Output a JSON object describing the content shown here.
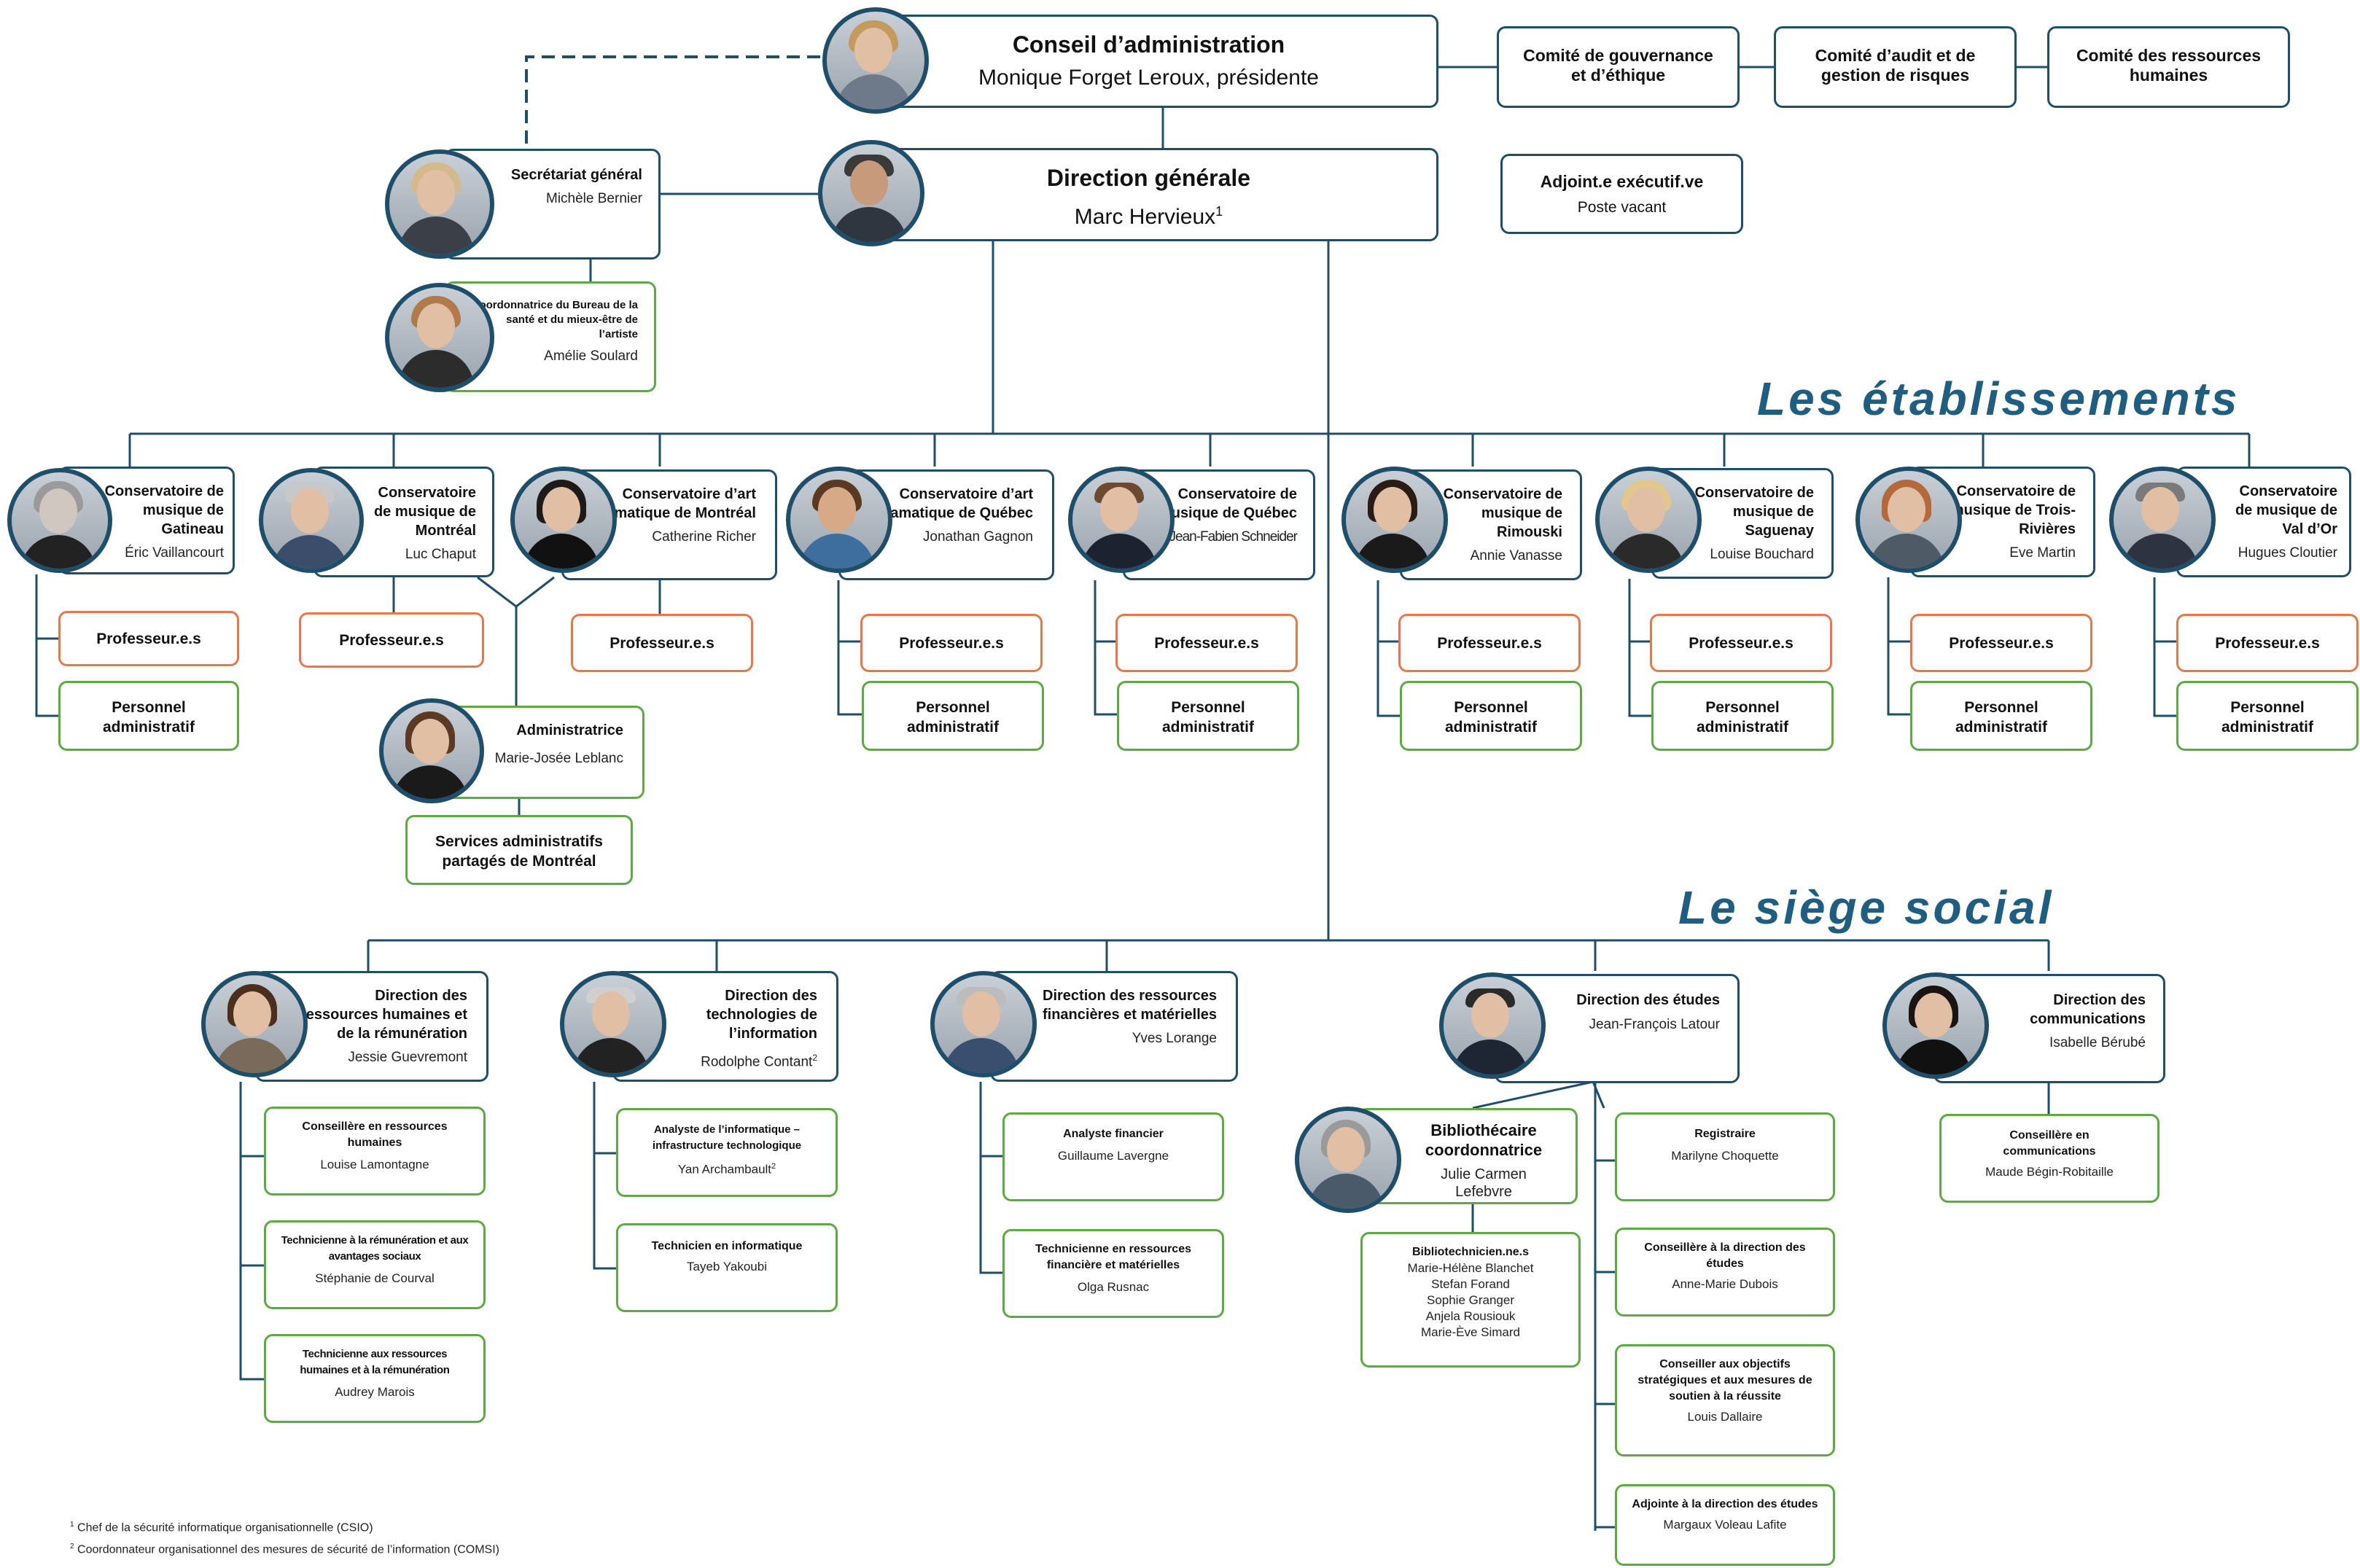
{
  "board": {
    "title": "Conseil d’administration",
    "name": "Monique Forget Leroux, présidente"
  },
  "committees": [
    {
      "label": "Comité de gouvernance et d’éthique"
    },
    {
      "label": "Comité d’audit et de gestion de risques"
    },
    {
      "label": "Comité des ressources humaines"
    }
  ],
  "dg": {
    "title": "Direction générale",
    "name": "Marc Hervieux",
    "sup": "1"
  },
  "adjoint": {
    "title": "Adjoint.e exécutif.ve",
    "name": "Poste vacant"
  },
  "secretariat": {
    "title": "Secrétariat général",
    "name": "Michèle Bernier"
  },
  "bureau": {
    "title": "Coordonnatrice du Bureau de la santé et du mieux-être de l’artiste",
    "name": "Amélie Soulard"
  },
  "sections": {
    "etablissements": "Les établissements",
    "siege": "Le siège social"
  },
  "conservatoires": [
    {
      "title": "Conservatoire de musique de Gatineau",
      "name": "Éric Vaillancourt"
    },
    {
      "title": "Conservatoire de musique de Montréal",
      "name": "Luc Chaput"
    },
    {
      "title": "Conservatoire d’art dramatique de Montréal",
      "name": "Catherine Richer"
    },
    {
      "title": "Conservatoire d’art dramatique de Québec",
      "name": "Jonathan Gagnon"
    },
    {
      "title": "Conservatoire de musique de Québec",
      "name": "Jean-Fabien Schneider"
    },
    {
      "title": "Conservatoire de musique de Rimouski",
      "name": "Annie Vanasse"
    },
    {
      "title": "Conservatoire de musique de Saguenay",
      "name": "Louise Bouchard"
    },
    {
      "title": "Conservatoire de musique de Trois-Rivières",
      "name": "Eve Martin"
    },
    {
      "title": "Conservatoire de musique de Val d’Or",
      "name": "Hugues Cloutier"
    }
  ],
  "labels": {
    "professeurs": "Professeur.e.s",
    "personnel": "Personnel administratif"
  },
  "admin": {
    "title": "Administratrice",
    "name": "Marie-Josée Leblanc"
  },
  "services": {
    "label": "Services administratifs partagés de Montréal"
  },
  "directions": [
    {
      "title": "Direction des ressources humaines et de la rémunération",
      "name": "Jessie Guevremont",
      "sup": ""
    },
    {
      "title": "Direction des technologies de l’information",
      "name": "Rodolphe Contant",
      "sup": "2"
    },
    {
      "title": "Direction des ressources financières et matérielles",
      "name": "Yves Lorange",
      "sup": ""
    },
    {
      "title": "Direction des études",
      "name": "Jean-François Latour",
      "sup": ""
    },
    {
      "title": "Direction des communications",
      "name": "Isabelle Bérubé",
      "sup": ""
    }
  ],
  "rh_staff": [
    {
      "title": "Conseillère en ressources humaines",
      "name": "Louise Lamontagne"
    },
    {
      "title": "Technicienne à la rémunération et aux avantages sociaux",
      "name": "Stéphanie de Courval"
    },
    {
      "title": "Technicienne aux ressources humaines et à la rémunération",
      "name": "Audrey Marois"
    }
  ],
  "ti_staff": [
    {
      "title": "Analyste de l’informatique – infrastructure technologique",
      "name": "Yan Archambault",
      "sup": "2"
    },
    {
      "title": "Technicien en informatique",
      "name": "Tayeb Yakoubi",
      "sup": ""
    }
  ],
  "rfm_staff": [
    {
      "title": "Analyste financier",
      "name": "Guillaume Lavergne"
    },
    {
      "title": "Technicienne en ressources financière et matérielles",
      "name": "Olga Rusnac"
    }
  ],
  "biblio": {
    "title": "Bibliothécaire coordonnatrice",
    "name": "Julie Carmen Lefebvre"
  },
  "bibliotech": {
    "title": "Bibliotechnicien.ne.s",
    "names": [
      "Marie-Hélène Blanchet",
      "Stefan Forand",
      "Sophie Granger",
      "Anjela Rousiouk",
      "Marie-Ève Simard"
    ]
  },
  "etudes_staff": [
    {
      "title": "Registraire",
      "name": "Marilyne Choquette"
    },
    {
      "title": "Conseillère à la direction des études",
      "name": "Anne-Marie Dubois"
    },
    {
      "title": "Conseiller aux objectifs stratégiques et aux mesures de soutien à la réussite",
      "name": "Louis Dallaire"
    },
    {
      "title": "Adjointe à la direction des études",
      "name": "Margaux Voleau Lafite"
    }
  ],
  "comm_staff": [
    {
      "title": "Conseillère en communications",
      "name": "Maude Bégin-Robitaille"
    }
  ],
  "footnotes": [
    {
      "n": "1",
      "text": "Chef de la sécurité informatique organisationnelle (CSIO)"
    },
    {
      "n": "2",
      "text": "Coordonnateur organisationnel des mesures de sécurité de l’information (COMSI)"
    }
  ],
  "colors": {
    "navy": "#1f4e6b",
    "green": "#5daa42",
    "orange": "#e8774a",
    "section": "#1f5e80"
  }
}
